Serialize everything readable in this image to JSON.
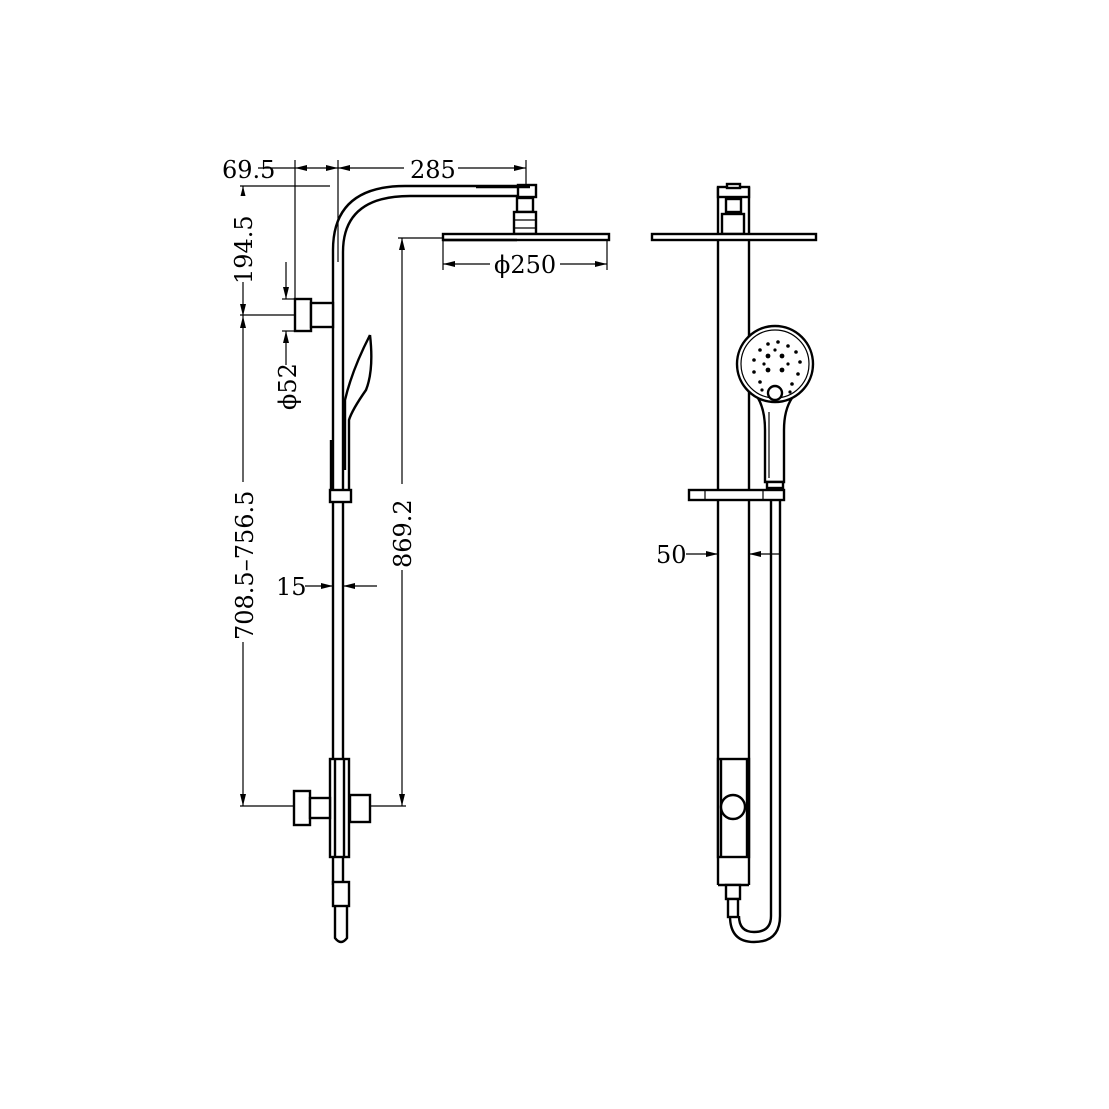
{
  "drawing": {
    "type": "technical-dimension-drawing",
    "subject": "shower rail with overhead rain shower and hand shower",
    "views": [
      {
        "name": "side-view"
      },
      {
        "name": "front-view"
      }
    ]
  },
  "dimensions": {
    "arm_offset": "69.5",
    "arm_reach": "285",
    "arm_height": "194.5",
    "head_diameter": "ϕ250",
    "wall_bracket_diameter": "ϕ52",
    "rail_height_range": "708.5–756.5",
    "head_height": "869.2",
    "rail_diameter": "15",
    "rail_width_front": "50"
  },
  "colors": {
    "line": "#000000",
    "background": "#ffffff"
  }
}
